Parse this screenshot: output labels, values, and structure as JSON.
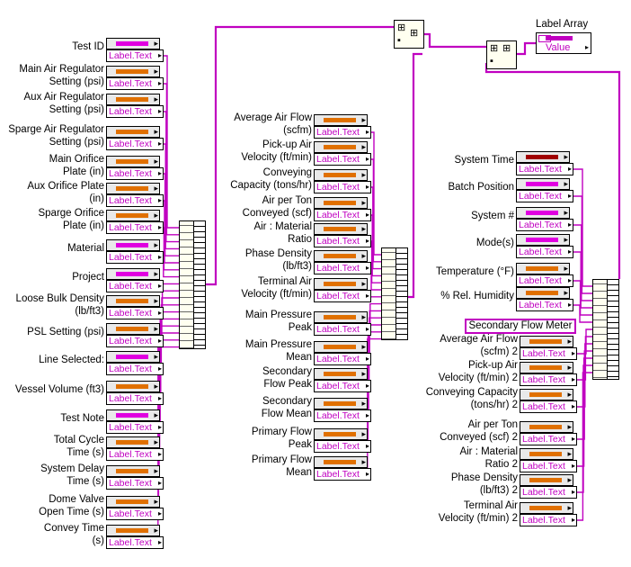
{
  "colors": {
    "string_wire": "#c000c0",
    "numeric": "#e07000",
    "string": "#e000e0",
    "timestamp": "#a00000"
  },
  "label_text": "Label.Text",
  "label_array": {
    "title": "Label Array",
    "value": "Value"
  },
  "section_title": "Secondary Flow Meter",
  "col1": [
    {
      "label": "Test ID",
      "type": "string"
    },
    {
      "label": "Main Air Regulator\nSetting (psi)",
      "type": "numeric"
    },
    {
      "label": "Aux Air Regulator\nSetting (psi)",
      "type": "numeric"
    },
    {
      "label": "Sparge Air Regulator\nSetting (psi)",
      "type": "numeric"
    },
    {
      "label": "Main Orifice\nPlate (in)",
      "type": "numeric"
    },
    {
      "label": "Aux Orifice Plate\n(in)",
      "type": "numeric"
    },
    {
      "label": "Sparge Orifice\nPlate (in)",
      "type": "numeric"
    },
    {
      "label": "Material",
      "type": "string"
    },
    {
      "label": "Project",
      "type": "string"
    },
    {
      "label": "Loose Bulk Density\n(lb/ft3)",
      "type": "numeric"
    },
    {
      "label": "PSL Setting (psi)",
      "type": "numeric"
    },
    {
      "label": "Line Selected:",
      "type": "string"
    },
    {
      "label": "Vessel Volume (ft3)",
      "type": "numeric"
    },
    {
      "label": "Test Note",
      "type": "string"
    },
    {
      "label": "Total Cycle\nTime (s)",
      "type": "numeric"
    },
    {
      "label": "System Delay\nTime (s)",
      "type": "numeric"
    },
    {
      "label": "Dome Valve\nOpen Time (s)",
      "type": "numeric"
    },
    {
      "label": "Convey Time\n(s)",
      "type": "numeric"
    }
  ],
  "col2": [
    {
      "label": "Average Air Flow\n(scfm)",
      "type": "numeric"
    },
    {
      "label": "Pick-up Air\nVelocity (ft/min)",
      "type": "numeric"
    },
    {
      "label": "Conveying\nCapacity (tons/hr)",
      "type": "numeric"
    },
    {
      "label": "Air per Ton\nConveyed (scf)",
      "type": "numeric"
    },
    {
      "label": "Air : Material\nRatio",
      "type": "numeric"
    },
    {
      "label": "Phase Density\n(lb/ft3)",
      "type": "numeric"
    },
    {
      "label": "Terminal Air\nVelocity (ft/min)",
      "type": "numeric"
    },
    {
      "label": "Main  Pressure\nPeak",
      "type": "numeric"
    },
    {
      "label": "Main Pressure\nMean",
      "type": "numeric"
    },
    {
      "label": "Secondary\nFlow Peak",
      "type": "numeric"
    },
    {
      "label": "Secondary\nFlow Mean",
      "type": "numeric"
    },
    {
      "label": "Primary Flow\nPeak",
      "type": "numeric"
    },
    {
      "label": "Primary Flow\nMean",
      "type": "numeric"
    }
  ],
  "col3a": [
    {
      "label": "System Time",
      "type": "timestamp"
    },
    {
      "label": "Batch Position",
      "type": "string"
    },
    {
      "label": "System #",
      "type": "string"
    },
    {
      "label": "Mode(s)",
      "type": "string"
    },
    {
      "label": "Temperature (°F)",
      "type": "numeric"
    },
    {
      "label": "% Rel. Humidity",
      "type": "numeric"
    }
  ],
  "col3b": [
    {
      "label": "Average Air Flow\n(scfm) 2",
      "type": "numeric"
    },
    {
      "label": "Pick-up Air\nVelocity (ft/min) 2",
      "type": "numeric"
    },
    {
      "label": "Conveying Capacity\n(tons/hr) 2",
      "type": "numeric"
    },
    {
      "label": "Air per Ton\nConveyed (scf) 2",
      "type": "numeric"
    },
    {
      "label": "Air : Material\nRatio 2",
      "type": "numeric"
    },
    {
      "label": "Phase Density\n(lb/ft3) 2",
      "type": "numeric"
    },
    {
      "label": "Terminal Air\nVelocity (ft/min) 2",
      "type": "numeric"
    }
  ]
}
